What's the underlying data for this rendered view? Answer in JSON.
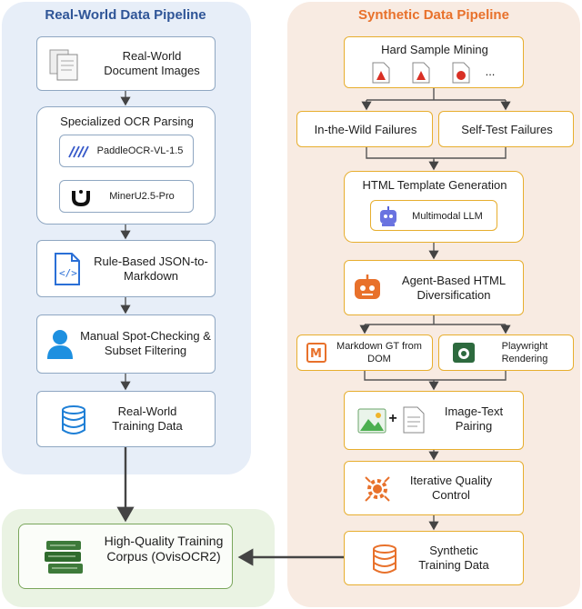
{
  "left": {
    "title": "Real-World Data Pipeline",
    "doc_images": "Real-World Document Images",
    "ocr_title": "Specialized OCR Parsing",
    "paddle": "PaddleOCR-VL-1.5",
    "mineru": "MinerU2.5-Pro",
    "rule_based": "Rule-Based JSON-to-Markdown",
    "manual": "Manual Spot-Checking & Subset Filtering",
    "training": "Real-World Training Data"
  },
  "right": {
    "title": "Synthetic Data Pipeline",
    "hard_mining": "Hard Sample Mining",
    "ellipsis": "...",
    "wild": "In-the-Wild Failures",
    "selftest": "Self-Test Failures",
    "html_template": "HTML Template Generation",
    "llm": "Multimodal LLM",
    "agent": "Agent-Based HTML Diversification",
    "markdown_gt": "Markdown GT from DOM",
    "playwright": "Playwright Rendering",
    "pairing": "Image-Text Pairing",
    "plus": "+",
    "iterative": "Iterative Quality Control",
    "synthetic": "Synthetic Training Data"
  },
  "bottom": {
    "corpus": "High-Quality Training Corpus (OvisOCR2)"
  },
  "colors": {
    "left_title": "#2f5597",
    "right_title": "#e8712b",
    "left_border": "#8fa7c2",
    "right_border": "#e7ae2e",
    "green_border": "#7aa65c"
  },
  "icons": [
    "document-stack-icon",
    "paddle-logo-icon",
    "mineru-logo-icon",
    "code-file-icon",
    "person-icon",
    "database-icon",
    "warning-file-icon",
    "robot-icon",
    "agent-robot-icon",
    "markdown-icon",
    "browser-icon",
    "image-icon",
    "text-file-icon",
    "quality-gear-icon",
    "database-orange-icon",
    "books-icon"
  ]
}
